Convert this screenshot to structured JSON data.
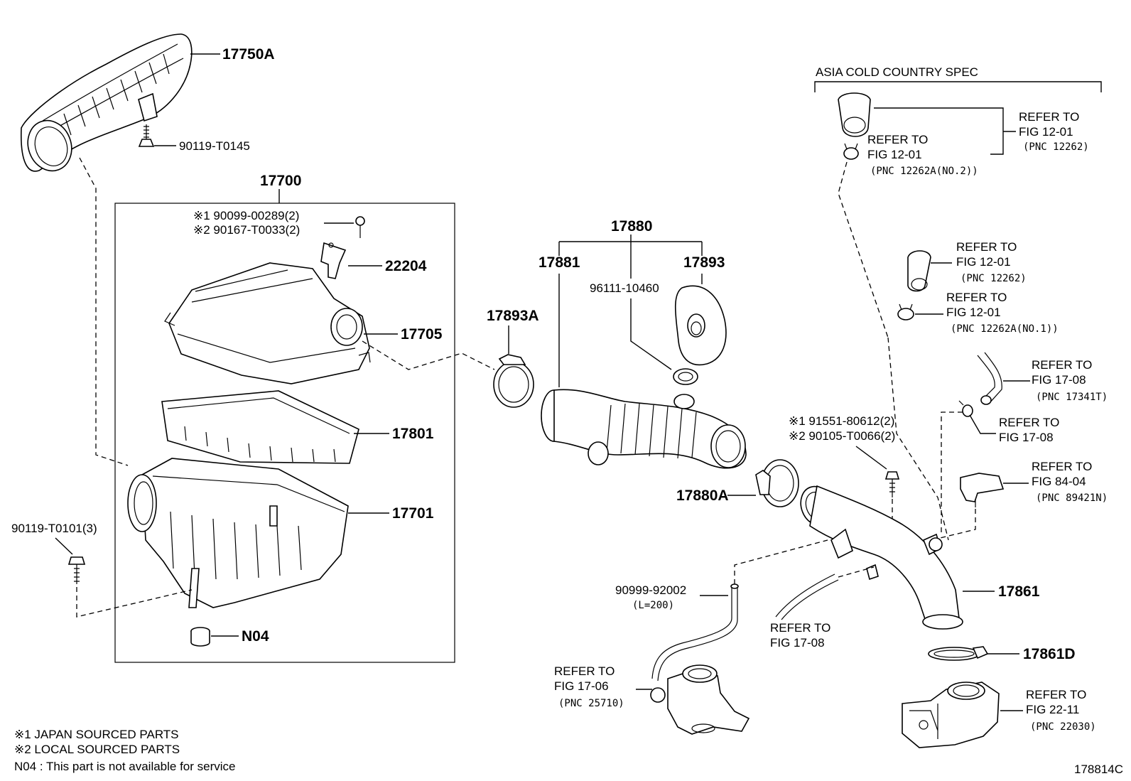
{
  "parts": {
    "p17750A": "17750A",
    "p90119_T0145": "90119-T0145",
    "p17700": "17700",
    "p22204": "22204",
    "p17705": "17705",
    "p17801": "17801",
    "p17701": "17701",
    "p90119_T0101": "90119-T0101(3)",
    "pN04": "N04",
    "p17893A": "17893A",
    "p17880": "17880",
    "p17881": "17881",
    "p17893": "17893",
    "p96111_10460": "96111-10460",
    "p17880A": "17880A",
    "p17861": "17861",
    "p17861D": "17861D",
    "p90999_92002": "90999-92002",
    "p90999_len": "(L=200)"
  },
  "bolt_22204": {
    "line1": "※1 90099-00289(2)",
    "line2": "※2 90167-T0033(2)"
  },
  "bolt_17861": {
    "line1": "※1 91551-80612(2)",
    "line2": "※2 90105-T0066(2)"
  },
  "asia_spec": "ASIA COLD COUNTRY SPEC",
  "refs": {
    "r1": {
      "line1": "REFER TO",
      "line2": "FIG 12-01",
      "line3": "(PNC 12262)"
    },
    "r2": {
      "line1": "REFER TO",
      "line2": "FIG 12-01",
      "line3": "(PNC 12262A(NO.2))"
    },
    "r3": {
      "line1": "REFER TO",
      "line2": "FIG 12-01",
      "line3": "(PNC 12262)"
    },
    "r4": {
      "line1": "REFER TO",
      "line2": "FIG 12-01",
      "line3": "(PNC 12262A(NO.1))"
    },
    "r5": {
      "line1": "REFER TO",
      "line2": "FIG 17-08",
      "line3": "(PNC 17341T)"
    },
    "r6": {
      "line1": "REFER TO",
      "line2": "FIG 17-08"
    },
    "r7": {
      "line1": "REFER TO",
      "line2": "FIG 84-04",
      "line3": "(PNC 89421N)"
    },
    "r8": {
      "line1": "REFER TO",
      "line2": "FIG 17-08"
    },
    "r9": {
      "line1": "REFER TO",
      "line2": "FIG 17-06",
      "line3": "(PNC 25710)"
    },
    "r10": {
      "line1": "REFER TO",
      "line2": "FIG 22-11",
      "line3": "(PNC 22030)"
    }
  },
  "notes": {
    "n1": "※1  JAPAN SOURCED PARTS",
    "n2": "※2  LOCAL SOURCED PARTS",
    "n3": "N04 : This part is not available for service"
  },
  "figure_id": "178814C"
}
